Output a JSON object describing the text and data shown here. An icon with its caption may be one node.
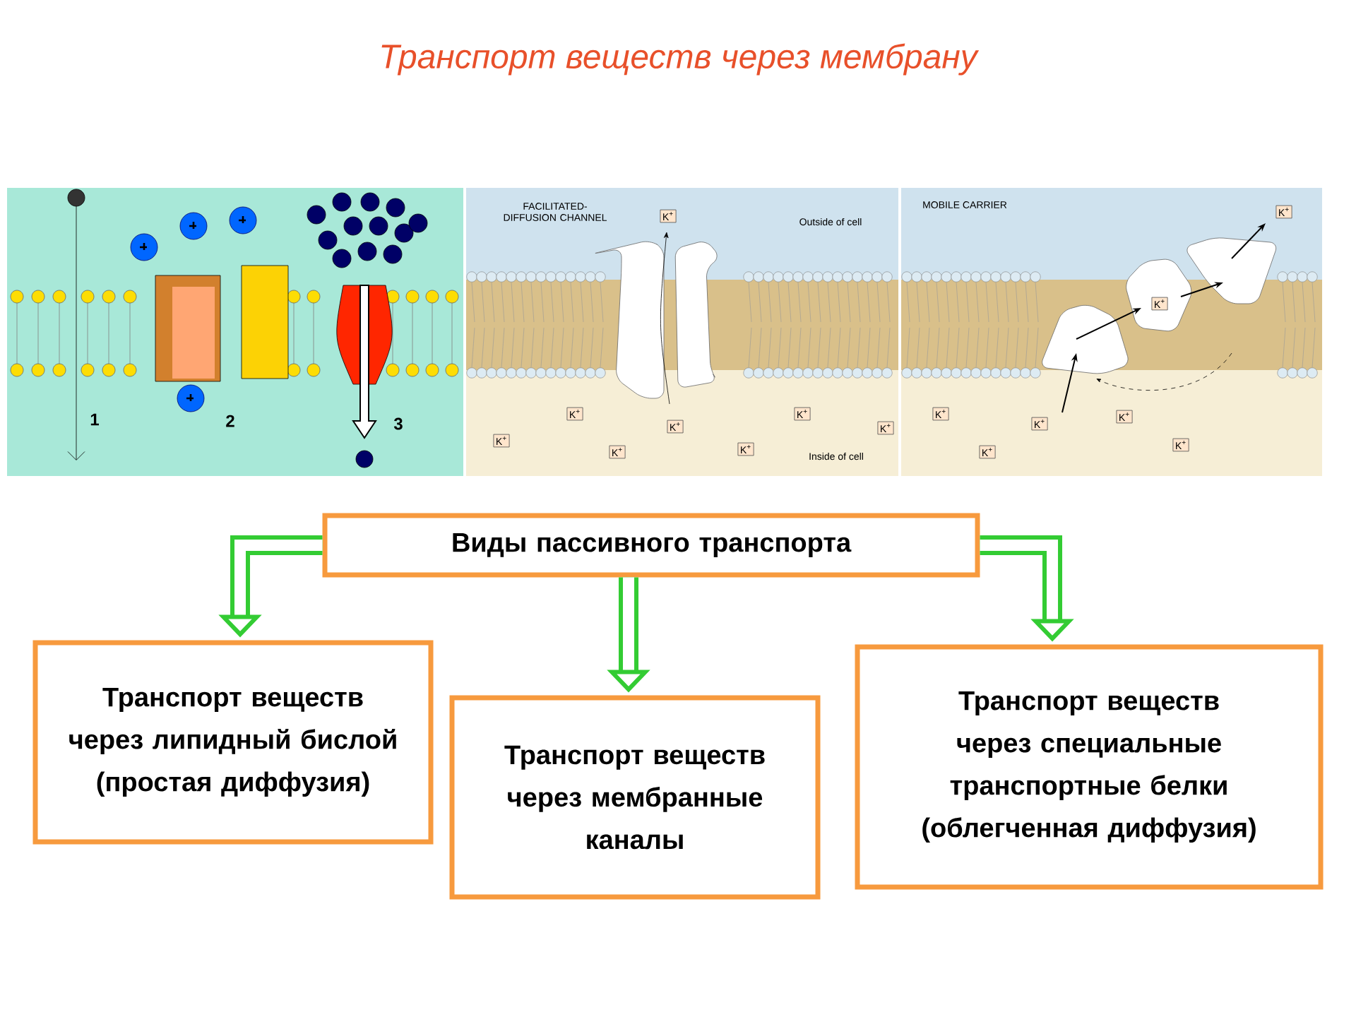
{
  "diagram": {
    "title": "Транспорт веществ через мембрану",
    "nodes": [
      {
        "text": [
          "Виды пассивного транспорта"
        ]
      },
      {
        "text": [
          "Транспорт веществ через липидный бислой (простая диффузия)"
        ]
      },
      {
        "text": [
          "Транспорт веществ через мембранные каналы"
        ]
      },
      {
        "text": [
          "Транспорт веществ через специальные транспортные белки (облегченная диффузия)"
        ]
      }
    ],
    "edges": [
      {
        "from": 0,
        "to": 1,
        "arrow": "to"
      },
      {
        "from": 0,
        "to": 2,
        "arrow": "to"
      },
      {
        "from": 0,
        "to": 3,
        "arrow": "to"
      }
    ],
    "labels": [
      "1",
      "2",
      "3",
      "FACILITATED-DIFFUSION CHANNEL",
      "K$^{+}$",
      "Outside of cell",
      "K$^{+}$",
      "K$^{+}$",
      "K$^{+}$",
      "K$^{+}$",
      "K$^{+}$",
      "K$^{+}$",
      "K$^{+}$",
      "Inside of cell",
      "MOBILE CARRIER",
      "K$^{+}$",
      "K$^{+}$",
      "K$^{+}$",
      "K$^{+}$",
      "K$^{+}$",
      "K$^{+}$",
      "K$^{+}$"
    ]
  }
}
